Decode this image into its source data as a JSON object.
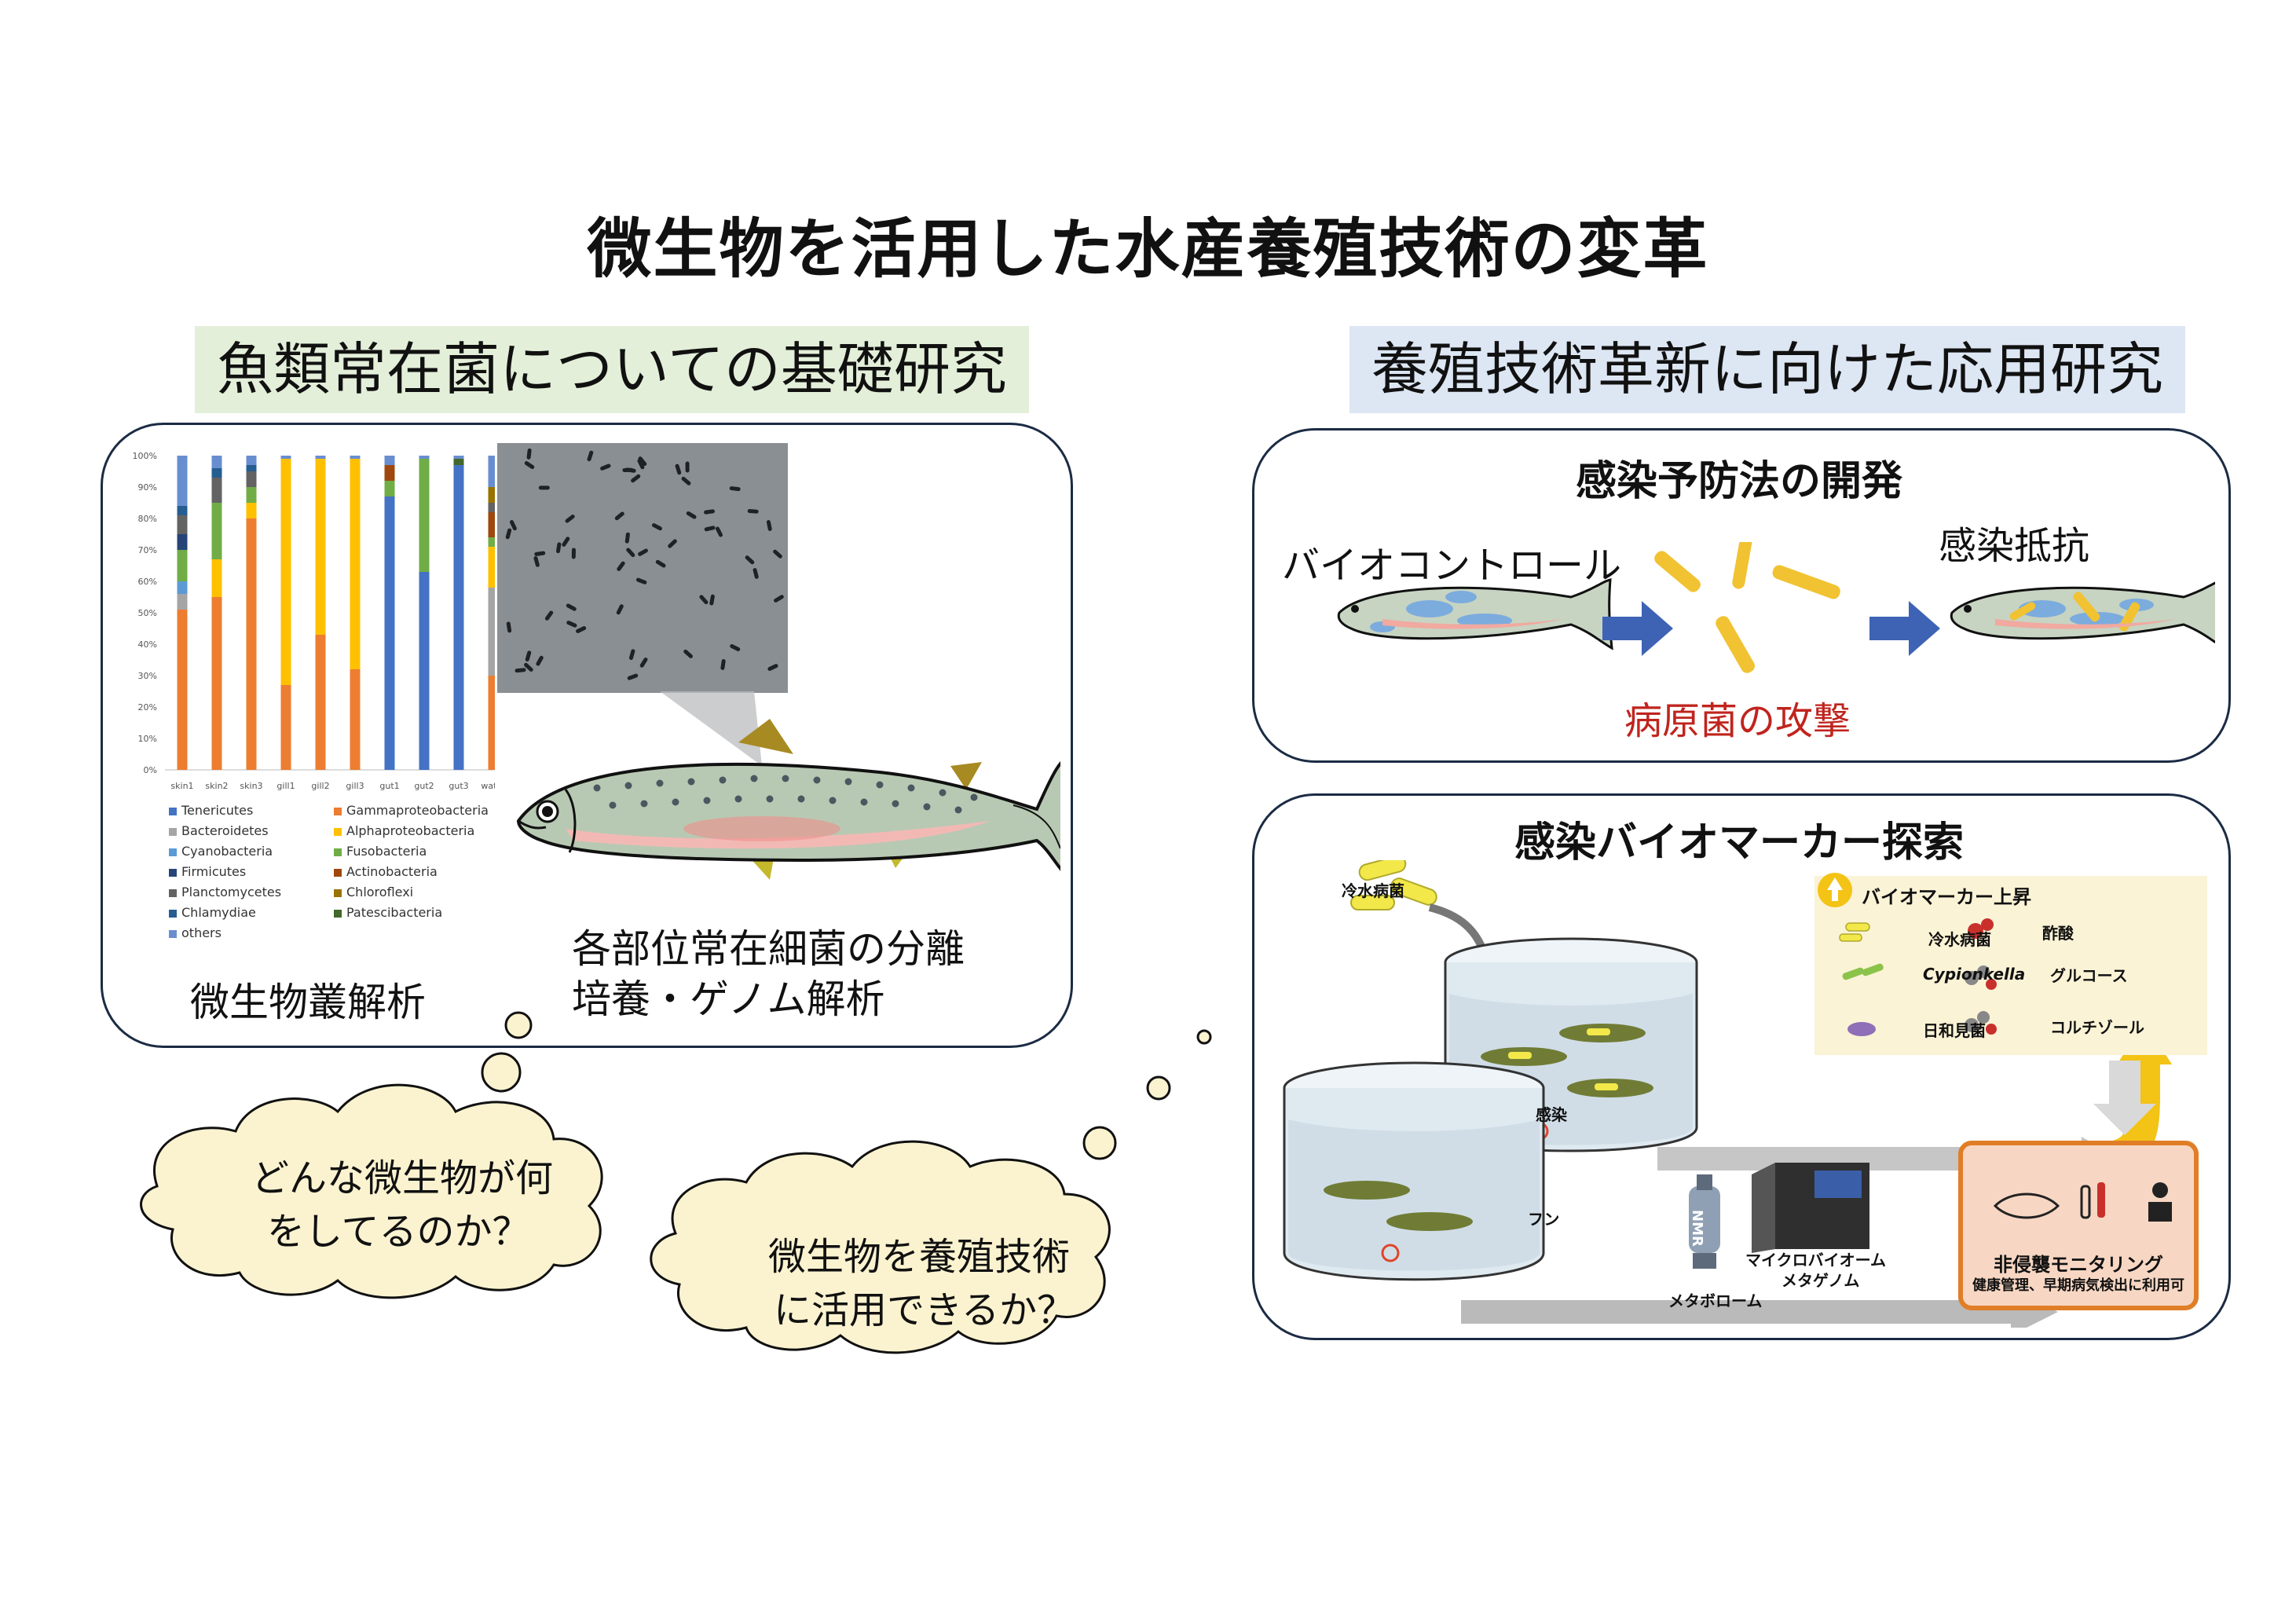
{
  "title": "微生物を活用した水産養殖技術の変革",
  "left_section": {
    "heading": "魚類常在菌についての基礎研究",
    "label_microbiome": "微生物叢解析",
    "label_isolation_line1": "各部位常在細菌の分離",
    "label_isolation_line2": "培養・ゲノム解析"
  },
  "right_section": {
    "heading": "養殖技術革新に向けた応用研究"
  },
  "prevention": {
    "heading": "感染予防法の開発",
    "biocontrol": "バイオコントロール",
    "resistance": "感染抵抗",
    "pathogen_attack": "病原菌の攻撃"
  },
  "biomarker": {
    "heading": "感染バイオマーカー探索",
    "cold_water_disease": "冷水病菌",
    "infection": "感染",
    "feces": "フン",
    "nmr": "NMR",
    "microbiome_line1": "マイクロバイオーム",
    "microbiome_line2": "メタゲノム",
    "metabolome": "メタボローム",
    "rise_title": "バイオマーカー上昇",
    "rise_items": [
      "冷水病菌",
      "Cypionkella",
      "日和見菌",
      "酢酸",
      "グルコース",
      "コルチゾール"
    ],
    "monitor_title": "非侵襲モニタリング",
    "monitor_sub": "健康管理、早期病気検出に利用可"
  },
  "thoughts": {
    "bubble1_line1": "どんな微生物が何",
    "bubble1_line2": "をしてるのか？",
    "bubble2_line1": "微生物を養殖技術",
    "bubble2_line2": "に活用できるか？"
  },
  "colors": {
    "tenericutes": "#4472c4",
    "gamma": "#ed7d31",
    "bacteroidetes": "#a5a5a5",
    "alpha": "#ffc000",
    "cyano": "#5b9bd5",
    "fuso": "#70ad47",
    "firmicutes": "#264478",
    "actino": "#9e480e",
    "plancto": "#636363",
    "chloroflexi": "#997300",
    "chlamydiae": "#255e91",
    "patesci": "#43682b",
    "others": "#698ed0",
    "panel_border": "#1b2b44",
    "pathogen_text": "#c0241e"
  },
  "chart_data": {
    "type": "bar",
    "stacked": true,
    "categories": [
      "skin1",
      "skin2",
      "skin3",
      "gill1",
      "gill2",
      "gill3",
      "gut1",
      "gut2",
      "gut3",
      "water"
    ],
    "yticks": [
      "0%",
      "10%",
      "20%",
      "30%",
      "40%",
      "50%",
      "60%",
      "70%",
      "80%",
      "90%",
      "100%"
    ],
    "ylim": [
      0,
      100
    ],
    "grid": false,
    "legend_position": "bottom",
    "series": [
      {
        "name": "Tenericutes",
        "color": "#4472c4",
        "values": [
          0,
          0,
          0,
          0,
          0,
          0,
          87,
          63,
          97,
          0
        ]
      },
      {
        "name": "Gammaproteobacteria",
        "color": "#ed7d31",
        "values": [
          51,
          55,
          80,
          27,
          43,
          32,
          0,
          0,
          0,
          30
        ]
      },
      {
        "name": "Bacteroidetes",
        "color": "#a5a5a5",
        "values": [
          5,
          0,
          0,
          0,
          0,
          0,
          0,
          0,
          0,
          28
        ]
      },
      {
        "name": "Alphaproteobacteria",
        "color": "#ffc000",
        "values": [
          0,
          12,
          5,
          72,
          56,
          67,
          0,
          0,
          0,
          13
        ]
      },
      {
        "name": "Cyanobacteria",
        "color": "#5b9bd5",
        "values": [
          4,
          0,
          0,
          0,
          0,
          0,
          0,
          0,
          0,
          0
        ]
      },
      {
        "name": "Fusobacteria",
        "color": "#70ad47",
        "values": [
          10,
          18,
          5,
          0,
          0,
          0,
          5,
          36,
          0,
          3
        ]
      },
      {
        "name": "Firmicutes",
        "color": "#264478",
        "values": [
          5,
          0,
          0,
          0,
          0,
          0,
          0,
          0,
          0,
          0
        ]
      },
      {
        "name": "Actinobacteria",
        "color": "#9e480e",
        "values": [
          0,
          0,
          0,
          0,
          0,
          0,
          5,
          0,
          0,
          8
        ]
      },
      {
        "name": "Planctomycetes",
        "color": "#636363",
        "values": [
          6,
          8,
          5,
          0,
          0,
          0,
          0,
          0,
          0,
          3
        ]
      },
      {
        "name": "Chloroflexi",
        "color": "#997300",
        "values": [
          0,
          0,
          0,
          0,
          0,
          0,
          0,
          0,
          0,
          5
        ]
      },
      {
        "name": "Chlamydiae",
        "color": "#255e91",
        "values": [
          3,
          3,
          2,
          0,
          0,
          0,
          0,
          0,
          0,
          0
        ]
      },
      {
        "name": "Patescibacteria",
        "color": "#43682b",
        "values": [
          0,
          0,
          0,
          0,
          0,
          0,
          0,
          0,
          2,
          0
        ]
      },
      {
        "name": "others",
        "color": "#698ed0",
        "values": [
          16,
          4,
          3,
          1,
          1,
          1,
          3,
          1,
          1,
          10
        ]
      }
    ]
  }
}
